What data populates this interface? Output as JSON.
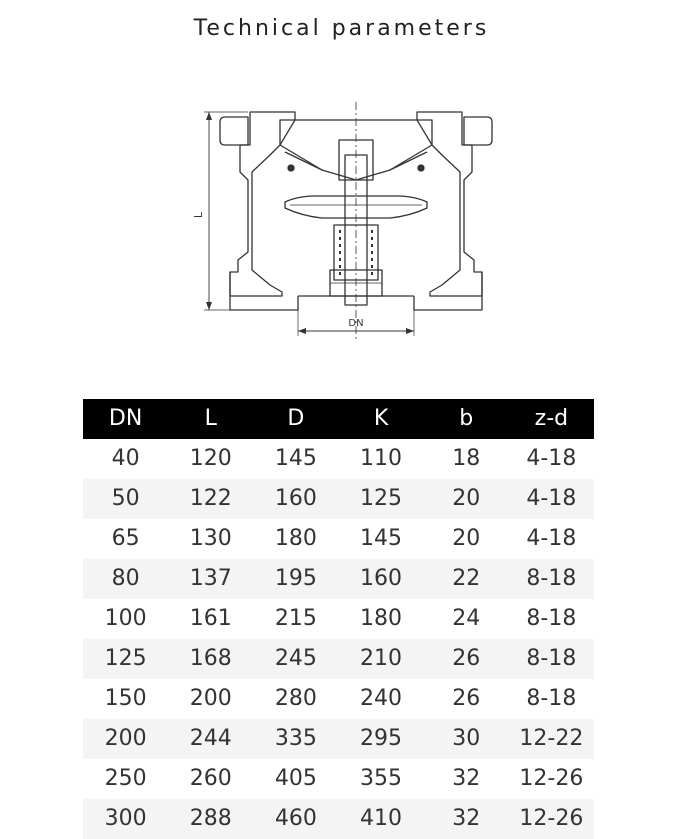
{
  "title": "Technical parameters",
  "drawing": {
    "dimension_length_label": "L",
    "dimension_diameter_label": "DN"
  },
  "table": {
    "headers": [
      "DN",
      "L",
      "D",
      "K",
      "b",
      "z-d"
    ],
    "header_bg": "#000000",
    "header_color": "#ffffff",
    "stripe_color": "#f4f4f4",
    "rows": [
      [
        "40",
        "120",
        "145",
        "110",
        "18",
        "4-18"
      ],
      [
        "50",
        "122",
        "160",
        "125",
        "20",
        "4-18"
      ],
      [
        "65",
        "130",
        "180",
        "145",
        "20",
        "4-18"
      ],
      [
        "80",
        "137",
        "195",
        "160",
        "22",
        "8-18"
      ],
      [
        "100",
        "161",
        "215",
        "180",
        "24",
        "8-18"
      ],
      [
        "125",
        "168",
        "245",
        "210",
        "26",
        "8-18"
      ],
      [
        "150",
        "200",
        "280",
        "240",
        "26",
        "8-18"
      ],
      [
        "200",
        "244",
        "335",
        "295",
        "30",
        "12-22"
      ],
      [
        "250",
        "260",
        "405",
        "355",
        "32",
        "12-26"
      ],
      [
        "300",
        "288",
        "460",
        "410",
        "32",
        "12-26"
      ]
    ]
  }
}
